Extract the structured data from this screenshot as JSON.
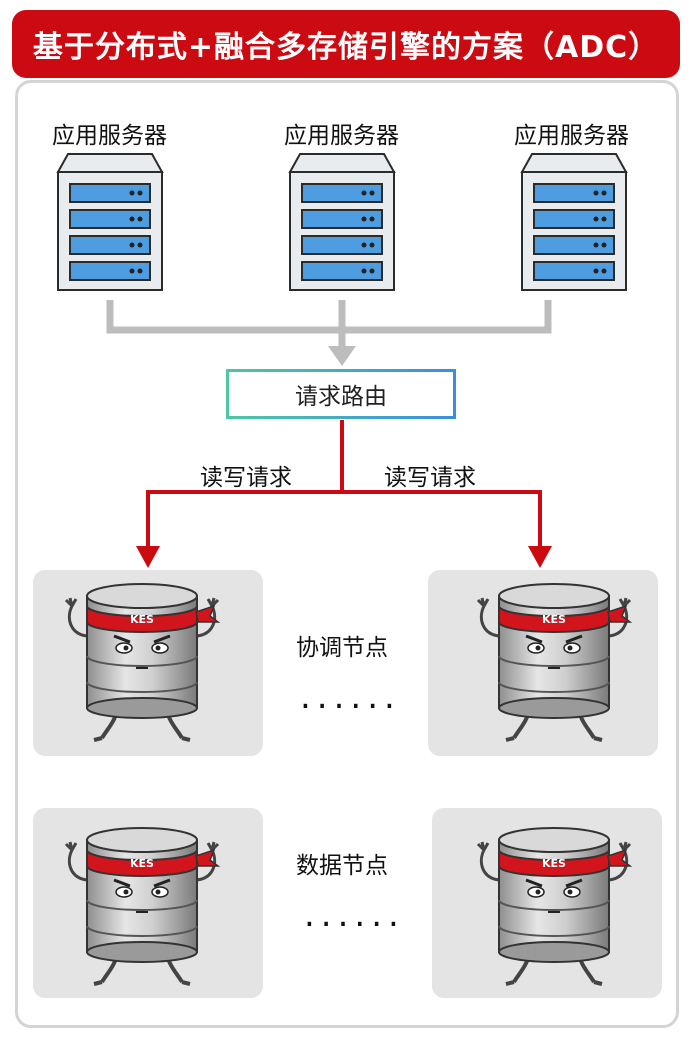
{
  "title": "基于分布式+融合多存储引擎的方案（ADC）",
  "app_server_label": "应用服务器",
  "router_label": "请求路由",
  "rw_request_label": "读写请求",
  "coord_node_label": "协调节点",
  "data_node_label": "数据节点",
  "ellipsis": "......",
  "kes_badge": "KES",
  "colors": {
    "brand_red": "#cc0a12",
    "arrow_gray": "#bdbdbd",
    "router_border_start": "#4ec7a4",
    "router_border_end": "#3a8fe0",
    "panel_bg": "#e4e4e4",
    "server_blue": "#4d9de0"
  },
  "icons": [
    "server-icon",
    "kes-database-mascot-icon"
  ]
}
